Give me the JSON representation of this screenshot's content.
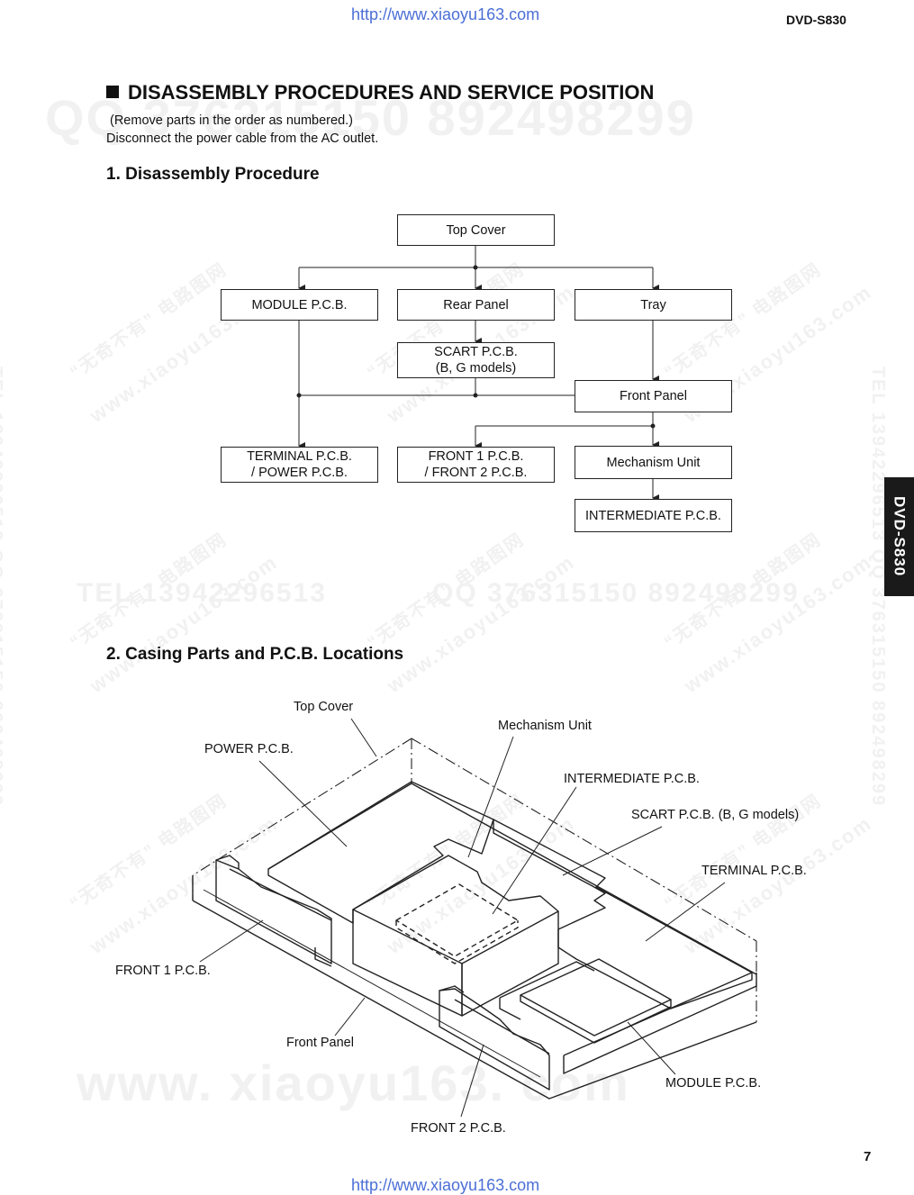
{
  "header": {
    "url_top": "http://www.xiaoyu163.com",
    "model": "DVD-S830"
  },
  "main": {
    "title": "DISASSEMBLY PROCEDURES AND SERVICE POSITION",
    "note1": "(Remove parts in the order as numbered.)",
    "note2": "Disconnect the power cable from the AC outlet.",
    "section1_title": "1. Disassembly Procedure",
    "section2_title": "2. Casing Parts and P.C.B. Locations"
  },
  "flowchart": {
    "top_cover": "Top Cover",
    "module_pcb": "MODULE P.C.B.",
    "rear_panel": "Rear Panel",
    "tray": "Tray",
    "scart_line1": "SCART P.C.B.",
    "scart_line2": "(B, G models)",
    "front_panel": "Front Panel",
    "terminal_line1": "TERMINAL P.C.B.",
    "terminal_line2": "/ POWER P.C.B.",
    "front_line1": "FRONT 1 P.C.B.",
    "front_line2": "/ FRONT 2 P.C.B.",
    "mechanism_unit": "Mechanism Unit",
    "intermediate_pcb": "INTERMEDIATE P.C.B."
  },
  "diagram": {
    "top_cover": "Top Cover",
    "mechanism_unit": "Mechanism Unit",
    "power_pcb": "POWER P.C.B.",
    "intermediate_pcb": "INTERMEDIATE P.C.B.",
    "scart_pcb": "SCART P.C.B. (B, G models)",
    "terminal_pcb": "TERMINAL P.C.B.",
    "front1_pcb": "FRONT 1 P.C.B.",
    "front_panel": "Front Panel",
    "module_pcb": "MODULE P.C.B.",
    "front2_pcb": "FRONT 2 P.C.B."
  },
  "watermarks": {
    "qq_top": "QQ 376315150   892498299",
    "tel_mid": "TEL 13942296513",
    "qq_mid": "QQ 376315150   892498299",
    "tel_side": "TEL 13942296513  QQ 376315150  892498299",
    "www_bottom": "www. xiaoyu163. com",
    "cn_mark": "“无奇不有” 电路图网",
    "site_mark": "www.xiaoyu163.com"
  },
  "sidetab": {
    "model": "DVD-S830"
  },
  "footer": {
    "page_number": "7",
    "url_bottom": "http://www.xiaoyu163.com"
  }
}
